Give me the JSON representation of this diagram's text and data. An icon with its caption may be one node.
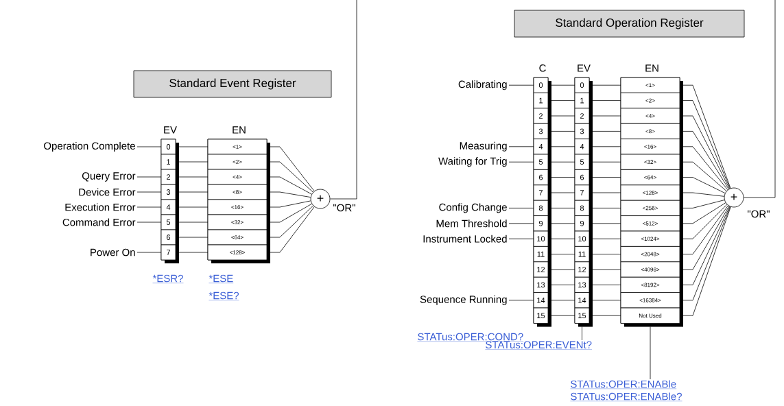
{
  "diagram": {
    "nodes": [
      {
        "text": [
          "Standard Event Register"
        ]
      },
      {
        "text": [
          "Operation Complete"
        ]
      },
      {
        "text": [
          "Query Error"
        ]
      },
      {
        "text": [
          "Device Error"
        ]
      },
      {
        "text": [
          "Execution Error"
        ]
      },
      {
        "text": [
          "Command Error"
        ]
      },
      {
        "text": [
          "Power On"
        ]
      },
      {
        "text": [
          "EV"
        ]
      },
      {
        "text": [
          "0"
        ],
        "in": 7
      },
      {
        "text": [
          "1"
        ],
        "in": 7
      },
      {
        "text": [
          "2"
        ],
        "in": 7
      },
      {
        "text": [
          "3"
        ],
        "in": 7
      },
      {
        "text": [
          "4"
        ],
        "in": 7
      },
      {
        "text": [
          "5"
        ],
        "in": 7
      },
      {
        "text": [
          "6"
        ],
        "in": 7
      },
      {
        "text": [
          "7"
        ],
        "in": 7
      },
      {
        "text": [
          "EN"
        ]
      },
      {
        "text": [
          "<1>"
        ],
        "in": 16
      },
      {
        "text": [
          "<2>"
        ],
        "in": 16
      },
      {
        "text": [
          "<4>"
        ],
        "in": 16
      },
      {
        "text": [
          "<8>"
        ],
        "in": 16
      },
      {
        "text": [
          "<16>"
        ],
        "in": 16
      },
      {
        "text": [
          "<32>"
        ],
        "in": 16
      },
      {
        "text": [
          "<64>"
        ],
        "in": 16
      },
      {
        "text": [
          "<128>"
        ],
        "in": 16
      },
      {
        "text": [
          "+"
        ],
        "beside": [
          "\"OR\""
        ]
      },
      {
        "text": [
          "Standard Operation Register"
        ]
      },
      {
        "text": [
          "Calibrating"
        ]
      },
      {
        "text": [
          "Measuring"
        ]
      },
      {
        "text": [
          "Waiting for Trig"
        ]
      },
      {
        "text": [
          "Config Change"
        ]
      },
      {
        "text": [
          "Mem Threshold"
        ]
      },
      {
        "text": [
          "Instrument Locked"
        ]
      },
      {
        "text": [
          "Sequence Running"
        ]
      },
      {
        "text": [
          "C"
        ]
      },
      {
        "text": [
          "0"
        ],
        "in": 34
      },
      {
        "text": [
          "1"
        ],
        "in": 34
      },
      {
        "text": [
          "2"
        ],
        "in": 34
      },
      {
        "text": [
          "3"
        ],
        "in": 34
      },
      {
        "text": [
          "4"
        ],
        "in": 34
      },
      {
        "text": [
          "5"
        ],
        "in": 34
      },
      {
        "text": [
          "6"
        ],
        "in": 34
      },
      {
        "text": [
          "7"
        ],
        "in": 34
      },
      {
        "text": [
          "8"
        ],
        "in": 34
      },
      {
        "text": [
          "9"
        ],
        "in": 34
      },
      {
        "text": [
          "10"
        ],
        "in": 34
      },
      {
        "text": [
          "11"
        ],
        "in": 34
      },
      {
        "text": [
          "12"
        ],
        "in": 34
      },
      {
        "text": [
          "13"
        ],
        "in": 34
      },
      {
        "text": [
          "14"
        ],
        "in": 34
      },
      {
        "text": [
          "15"
        ],
        "in": 34
      },
      {
        "text": [
          "EV"
        ]
      },
      {
        "text": [
          "0"
        ],
        "in": 51
      },
      {
        "text": [
          "1"
        ],
        "in": 51
      },
      {
        "text": [
          "2"
        ],
        "in": 51
      },
      {
        "text": [
          "3"
        ],
        "in": 51
      },
      {
        "text": [
          "4"
        ],
        "in": 51
      },
      {
        "text": [
          "5"
        ],
        "in": 51
      },
      {
        "text": [
          "6"
        ],
        "in": 51
      },
      {
        "text": [
          "7"
        ],
        "in": 51
      },
      {
        "text": [
          "8"
        ],
        "in": 51
      },
      {
        "text": [
          "9"
        ],
        "in": 51
      },
      {
        "text": [
          "10"
        ],
        "in": 51
      },
      {
        "text": [
          "11"
        ],
        "in": 51
      },
      {
        "text": [
          "12"
        ],
        "in": 51
      },
      {
        "text": [
          "13"
        ],
        "in": 51
      },
      {
        "text": [
          "14"
        ],
        "in": 51
      },
      {
        "text": [
          "15"
        ],
        "in": 51
      },
      {
        "text": [
          "EN"
        ]
      },
      {
        "text": [
          "<1>"
        ],
        "in": 68
      },
      {
        "text": [
          "<2>"
        ],
        "in": 68
      },
      {
        "text": [
          "<4>"
        ],
        "in": 68
      },
      {
        "text": [
          "<8>"
        ],
        "in": 68
      },
      {
        "text": [
          "<16>"
        ],
        "in": 68
      },
      {
        "text": [
          "<32>"
        ],
        "in": 68
      },
      {
        "text": [
          "<64>"
        ],
        "in": 68
      },
      {
        "text": [
          "<128>"
        ],
        "in": 68
      },
      {
        "text": [
          "<256>"
        ],
        "in": 68
      },
      {
        "text": [
          "<512>"
        ],
        "in": 68
      },
      {
        "text": [
          "<1024>"
        ],
        "in": 68
      },
      {
        "text": [
          "<2048>"
        ],
        "in": 68
      },
      {
        "text": [
          "<4096>"
        ],
        "in": 68
      },
      {
        "text": [
          "<8192>"
        ],
        "in": 68
      },
      {
        "text": [
          "<16384>"
        ],
        "in": 68
      },
      {
        "text": [
          "Not Used"
        ],
        "in": 68
      },
      {
        "text": [
          "+"
        ],
        "beside": [
          "\"OR\""
        ]
      },
      {
        "text": [
          "STATus:OPER:EVENt?"
        ]
      },
      {
        "text": [
          "STATus:OPER:ENABle",
          "STATus:OPER:ENABle?"
        ]
      }
    ],
    "edges": [
      {
        "from": 1,
        "to": 8,
        "arrow": "none"
      },
      {
        "from": 2,
        "to": 10,
        "arrow": "none"
      },
      {
        "from": 3,
        "to": 11,
        "arrow": "none"
      },
      {
        "from": 4,
        "to": 12,
        "arrow": "none"
      },
      {
        "from": 5,
        "to": 13,
        "arrow": "none"
      },
      {
        "from": 6,
        "to": 15,
        "arrow": "none"
      },
      {
        "from": 8,
        "to": 17,
        "arrow": "none"
      },
      {
        "from": 9,
        "to": 18,
        "arrow": "none"
      },
      {
        "from": 10,
        "to": 19,
        "arrow": "none"
      },
      {
        "from": 11,
        "to": 20,
        "arrow": "none"
      },
      {
        "from": 12,
        "to": 21,
        "arrow": "none"
      },
      {
        "from": 13,
        "to": 22,
        "arrow": "none"
      },
      {
        "from": 14,
        "to": 23,
        "arrow": "none"
      },
      {
        "from": 15,
        "to": 24,
        "arrow": "none"
      },
      {
        "from": 17,
        "to": 25,
        "arrow": "none"
      },
      {
        "from": 18,
        "to": 25,
        "arrow": "none"
      },
      {
        "from": 19,
        "to": 25,
        "arrow": "none"
      },
      {
        "from": 20,
        "to": 25,
        "arrow": "none"
      },
      {
        "from": 21,
        "to": 25,
        "arrow": "none"
      },
      {
        "from": 22,
        "to": 25,
        "arrow": "none"
      },
      {
        "from": 23,
        "to": 25,
        "arrow": "none"
      },
      {
        "from": 24,
        "to": 25,
        "arrow": "none"
      },
      {
        "from": 25,
        "to": null,
        "arrow": "none"
      },
      {
        "from": 27,
        "to": 35,
        "arrow": "none"
      },
      {
        "from": 28,
        "to": 39,
        "arrow": "none"
      },
      {
        "from": 29,
        "to": 40,
        "arrow": "none"
      },
      {
        "from": 30,
        "to": 43,
        "arrow": "none"
      },
      {
        "from": 31,
        "to": 44,
        "arrow": "none"
      },
      {
        "from": 32,
        "to": 45,
        "arrow": "none"
      },
      {
        "from": 33,
        "to": 49,
        "arrow": "none"
      },
      {
        "from": 35,
        "to": 52,
        "arrow": "none"
      },
      {
        "from": 36,
        "to": 53,
        "arrow": "none"
      },
      {
        "from": 37,
        "to": 54,
        "arrow": "none"
      },
      {
        "from": 38,
        "to": 55,
        "arrow": "none"
      },
      {
        "from": 39,
        "to": 56,
        "arrow": "none"
      },
      {
        "from": 40,
        "to": 57,
        "arrow": "none"
      },
      {
        "from": 41,
        "to": 58,
        "arrow": "none"
      },
      {
        "from": 42,
        "to": 59,
        "arrow": "none"
      },
      {
        "from": 43,
        "to": 60,
        "arrow": "none"
      },
      {
        "from": 44,
        "to": 61,
        "arrow": "none"
      },
      {
        "from": 45,
        "to": 62,
        "arrow": "none"
      },
      {
        "from": 46,
        "to": 63,
        "arrow": "none"
      },
      {
        "from": 47,
        "to": 64,
        "arrow": "none"
      },
      {
        "from": 48,
        "to": 65,
        "arrow": "none"
      },
      {
        "from": 49,
        "to": 66,
        "arrow": "none"
      },
      {
        "from": 50,
        "to": 67,
        "arrow": "none"
      },
      {
        "from": 52,
        "to": 69,
        "arrow": "none"
      },
      {
        "from": 53,
        "to": 70,
        "arrow": "none"
      },
      {
        "from": 54,
        "to": 71,
        "arrow": "none"
      },
      {
        "from": 55,
        "to": 72,
        "arrow": "none"
      },
      {
        "from": 56,
        "to": 73,
        "arrow": "none"
      },
      {
        "from": 57,
        "to": 74,
        "arrow": "none"
      },
      {
        "from": 58,
        "to": 75,
        "arrow": "none"
      },
      {
        "from": 59,
        "to": 76,
        "arrow": "none"
      },
      {
        "from": 60,
        "to": 77,
        "arrow": "none"
      },
      {
        "from": 61,
        "to": 78,
        "arrow": "none"
      },
      {
        "from": 62,
        "to": 79,
        "arrow": "none"
      },
      {
        "from": 63,
        "to": 80,
        "arrow": "none"
      },
      {
        "from": 64,
        "to": 81,
        "arrow": "none"
      },
      {
        "from": 65,
        "to": 82,
        "arrow": "none"
      },
      {
        "from": 66,
        "to": 83,
        "arrow": "none"
      },
      {
        "from": 67,
        "to": 84,
        "arrow": "none"
      },
      {
        "from": 69,
        "to": 85,
        "arrow": "none"
      },
      {
        "from": 70,
        "to": 85,
        "arrow": "none"
      },
      {
        "from": 71,
        "to": 85,
        "arrow": "none"
      },
      {
        "from": 72,
        "to": 85,
        "arrow": "none"
      },
      {
        "from": 73,
        "to": 85,
        "arrow": "none"
      },
      {
        "from": 74,
        "to": 85,
        "arrow": "none"
      },
      {
        "from": 75,
        "to": 85,
        "arrow": "none"
      },
      {
        "from": 76,
        "to": 85,
        "arrow": "none"
      },
      {
        "from": 77,
        "to": 85,
        "arrow": "none"
      },
      {
        "from": 78,
        "to": 85,
        "arrow": "none"
      },
      {
        "from": 79,
        "to": 85,
        "arrow": "none"
      },
      {
        "from": 80,
        "to": 85,
        "arrow": "none"
      },
      {
        "from": 81,
        "to": 85,
        "arrow": "none"
      },
      {
        "from": 82,
        "to": 85,
        "arrow": "none"
      },
      {
        "from": 83,
        "to": 85,
        "arrow": "none"
      },
      {
        "from": 84,
        "to": 85,
        "arrow": "none"
      },
      {
        "from": 85,
        "to": null,
        "arrow": "none"
      },
      {
        "from": 51,
        "to": 86,
        "arrow": "none"
      },
      {
        "from": 68,
        "to": 87,
        "arrow": "none"
      }
    ],
    "labels": [
      "*ESR?",
      "*ESE",
      "*ESE?",
      "STATus:OPER:COND?"
    ]
  }
}
